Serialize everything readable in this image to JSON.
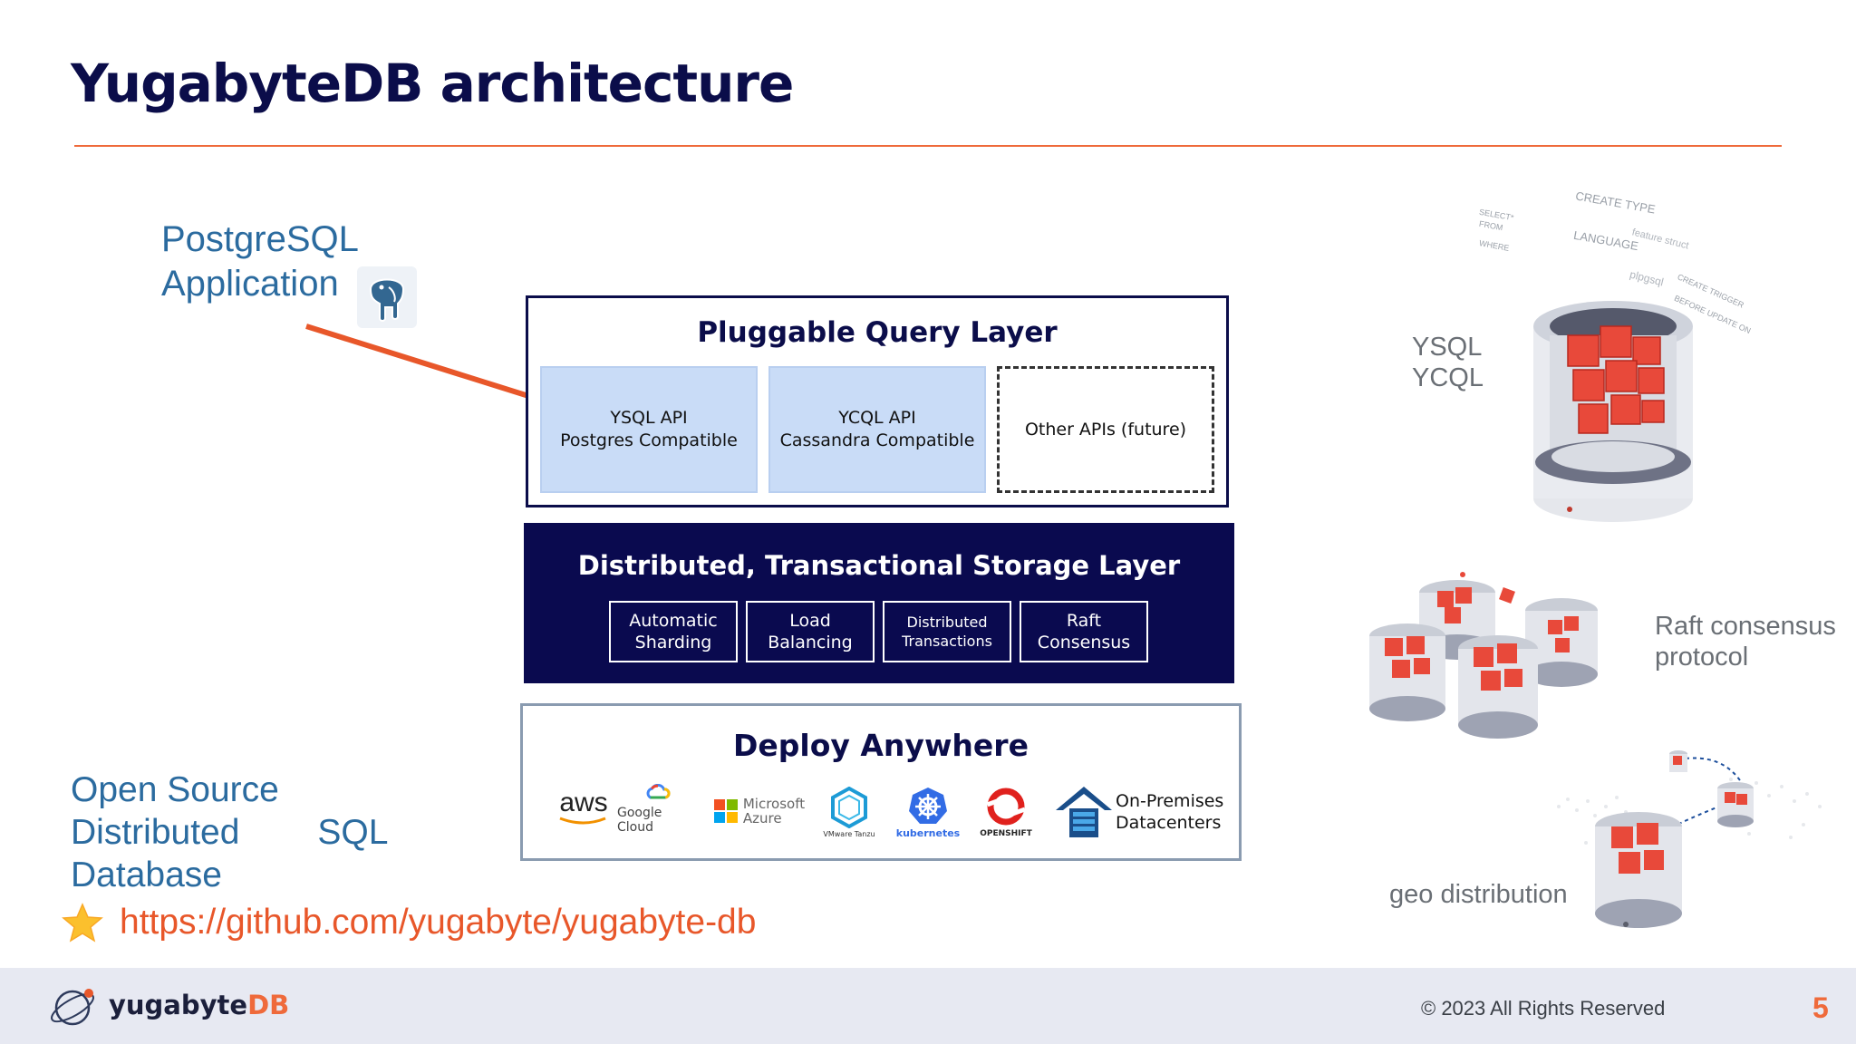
{
  "slide": {
    "title": "YugabyteDB architecture",
    "number": "5"
  },
  "app": {
    "line1": "PostgreSQL",
    "line2": "Application"
  },
  "query_layer": {
    "title": "Pluggable Query Layer",
    "apis": [
      {
        "line1": "YSQL API",
        "line2": "Postgres Compatible"
      },
      {
        "line1": "YCQL API",
        "line2": "Cassandra Compatible"
      },
      {
        "line1": "Other APIs (future)",
        "line2": ""
      }
    ]
  },
  "storage_layer": {
    "title": "Distributed, Transactional Storage Layer",
    "cells": [
      {
        "line1": "Automatic",
        "line2": "Sharding"
      },
      {
        "line1": "Load",
        "line2": "Balancing"
      },
      {
        "line1": "Distributed",
        "line2": "Transactions"
      },
      {
        "line1": "Raft",
        "line2": "Consensus"
      }
    ]
  },
  "deploy": {
    "title": "Deploy Anywhere",
    "logos": {
      "aws": "aws",
      "google": "Google Cloud",
      "azure_1": "Microsoft",
      "azure_2": "Azure",
      "tanzu": "VMware Tanzu",
      "k8s": "kubernetes",
      "openshift": "OPENSHIFT",
      "onprem_1": "On-Premises",
      "onprem_2": "Datacenters"
    }
  },
  "right": {
    "ysql": "YSQL",
    "ycql": "YCQL",
    "raft_1": "Raft  consensus",
    "raft_2": "protocol",
    "geo": "geo distribution",
    "code_words": [
      "CREATE TYPE",
      "LANGUAGE",
      "feature struct",
      "plpgsql",
      "CREATE TRIGGER",
      "BEFORE UPDATE ON",
      "SELECT*",
      "FROM",
      "WHERE"
    ]
  },
  "bottom_left": {
    "line1": "Open Source",
    "line2a": "Distributed",
    "line2b": "SQL",
    "line3": "Database",
    "link": "https://github.com/yugabyte/yugabyte-db"
  },
  "footer": {
    "brand_a": "yugabyte",
    "brand_b": "DB",
    "copyright": "© 2023 All Rights Reserved"
  },
  "colors": {
    "navy": "#0b0d4a",
    "accent": "#ef6a3b",
    "api_fill": "#c9dcf7",
    "text_blue": "#2b6b9f"
  }
}
